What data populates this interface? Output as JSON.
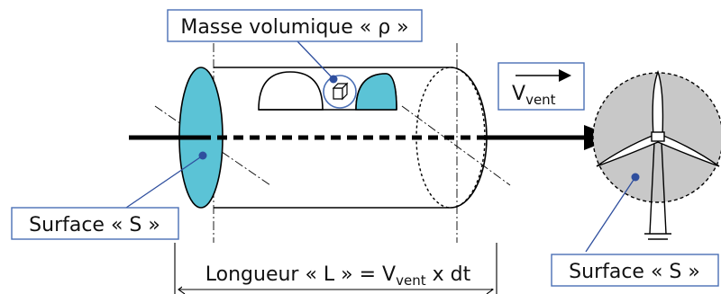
{
  "labels": {
    "density": "Masse volumique « ρ »",
    "velocity_main": "V",
    "velocity_sub": "vent",
    "surface_left": "Surface « S »",
    "surface_right": "Surface « S »",
    "length_prefix": "Longueur « L » = V",
    "length_sub": "vent",
    "length_suffix": " x dt"
  },
  "colors": {
    "surface_fill": "#5bc3d6",
    "box_border": "#4a6fb5",
    "marker": "#2f4f9e",
    "turbine_disc": "#c8c8c8",
    "line": "#000000"
  }
}
